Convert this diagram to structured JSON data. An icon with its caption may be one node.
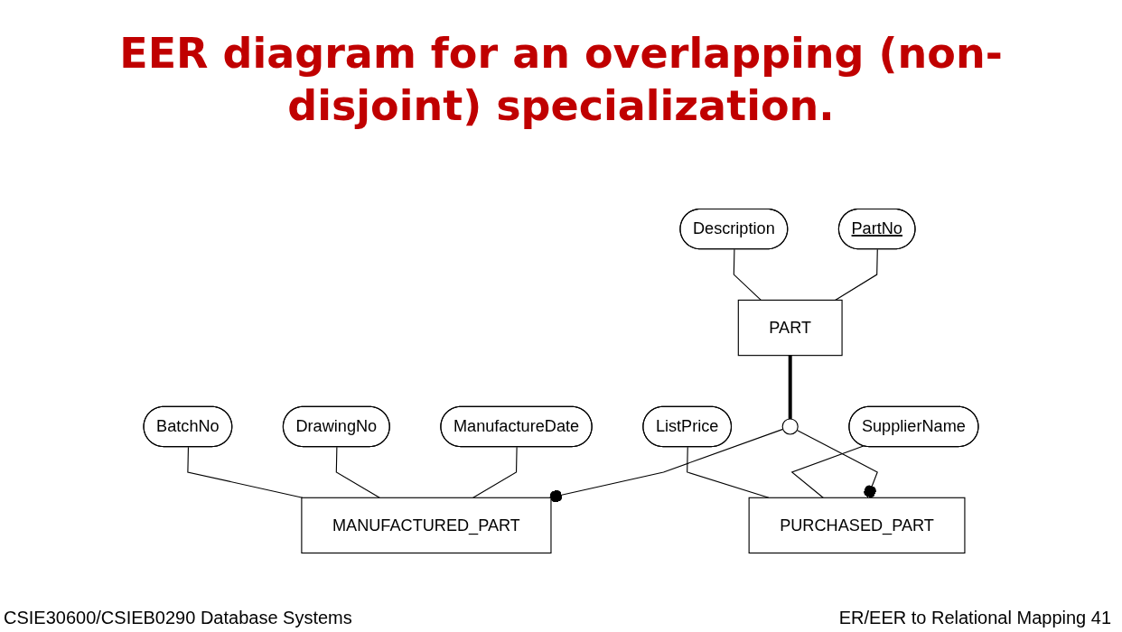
{
  "diagram": {
    "title": "EER diagram for an overlapping (non-disjoint) specialization.",
    "nodes": [
      {
        "text": [
          "PartNo"
        ]
      },
      {
        "text": [
          "Description"
        ]
      },
      {
        "text": [
          "PART"
        ]
      },
      {
        "text": [],
        "shape": "circle"
      },
      {
        "text": [
          "ManufactureDate"
        ]
      },
      {
        "text": [
          "DrawingNo"
        ]
      },
      {
        "text": [
          "BatchNo"
        ]
      },
      {
        "text": [
          "MANUFACTURED_PART"
        ]
      },
      {
        "text": [
          "SupplierName"
        ]
      },
      {
        "text": [
          "ListPrice"
        ]
      },
      {
        "text": [
          "PURCHASED_PART"
        ]
      }
    ],
    "edges": [
      {
        "from": 0,
        "to": 2,
        "arrow": "none"
      },
      {
        "from": 1,
        "to": 2,
        "arrow": "none"
      },
      {
        "from": 2,
        "to": 3,
        "arrow": "none",
        "style": "thick"
      },
      {
        "from": 3,
        "to": 7,
        "arrow": "other"
      },
      {
        "from": 3,
        "to": 10,
        "arrow": "other"
      },
      {
        "from": 4,
        "to": 7,
        "arrow": "none"
      },
      {
        "from": 5,
        "to": 7,
        "arrow": "none"
      },
      {
        "from": 6,
        "to": 7,
        "arrow": "none"
      },
      {
        "from": 8,
        "to": 10,
        "arrow": "none"
      },
      {
        "from": 9,
        "to": 10,
        "arrow": "none"
      }
    ],
    "labels": [
      "CSIE30600/CSIEB0290 Database Systems",
      "ER/EER to Relational Mapping 41"
    ]
  }
}
